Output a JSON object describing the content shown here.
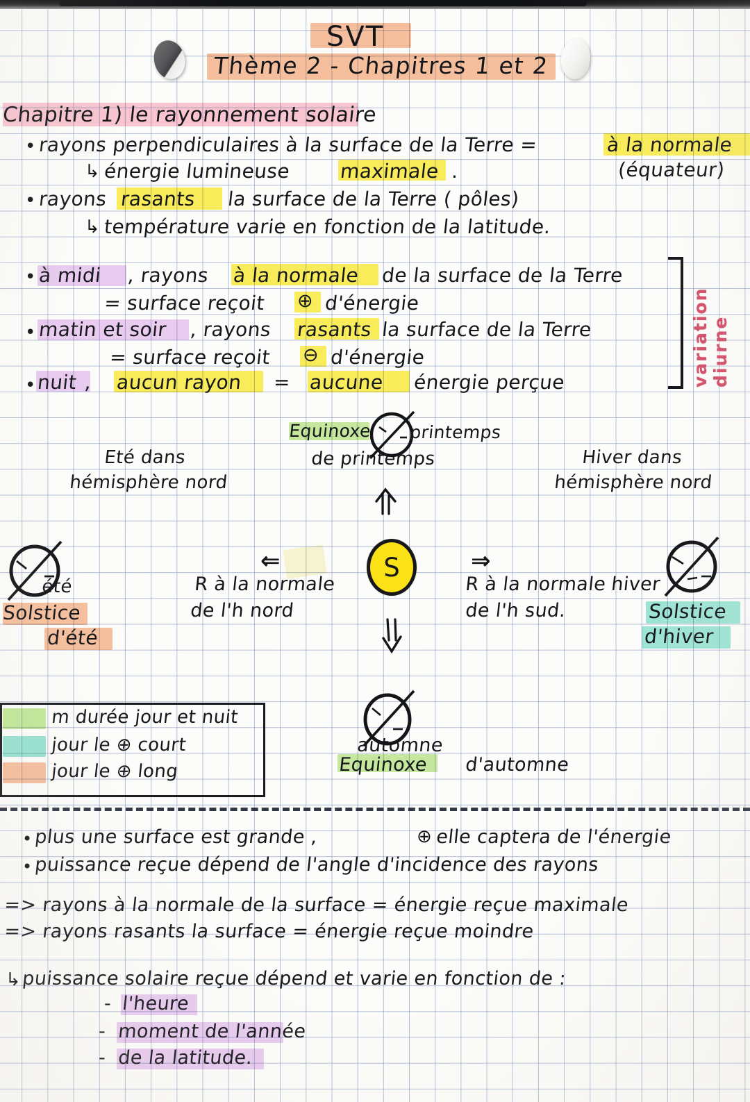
{
  "document": {
    "subject": "SVT",
    "theme": "Thème 2 - Chapitres 1 et 2",
    "chapter_title": "Chapitre 1) le rayonnement solaire"
  },
  "section_rays": {
    "b1": "rayons perpendiculaires à la surface de la Terre =",
    "b1_hl": "à la normale",
    "b1_sub_arrow": "↳",
    "b1_sub": "énergie lumineuse",
    "b1_sub_hl": "maximale",
    "b1_sub_end": ".",
    "b1_note": "(équateur)",
    "b2_pre": "rayons",
    "b2_hl": "rasants",
    "b2_post": "la surface de la Terre ( pôles)",
    "b2_sub_arrow": "↳",
    "b2_sub": "température varie en fonction de la latitude."
  },
  "section_diurnal": {
    "bracket_label": "variation diurne",
    "l1_hl": "à midi",
    "l1_mid": ", rayons",
    "l1_hl2": "à la normale",
    "l1_end": "de la surface de la Terre",
    "l2": "= surface reçoit",
    "l2_sym": "⊕",
    "l2_end": "d'énergie",
    "l3_hl": "matin et soir",
    "l3_mid": ", rayons",
    "l3_hl2": "rasants",
    "l3_end": "la surface de la Terre",
    "l4": "= surface reçoit",
    "l4_sym": "⊖",
    "l4_end": "d'énergie",
    "l5_hl": "nuit",
    "l5_mid": ",",
    "l5_hl2": "aucun rayon",
    "l5_eq": "=",
    "l5_hl3": "aucune",
    "l5_end": "énergie perçue"
  },
  "diagram": {
    "spring_equinox_hl": "Equinoxe",
    "spring_equinox_tail": "printemps",
    "spring_equinox_line2": "de printemps",
    "arrow_up": "⇧",
    "arrow_down": "⇩",
    "left_season_l1": "Eté dans",
    "left_season_l2": "hémisphère nord",
    "right_season_l1": "Hiver dans",
    "right_season_l2": "hémisphère nord",
    "earth_left_label": "été",
    "earth_right_label": "hiver",
    "solstice_summer_l1": "Solstice",
    "solstice_summer_l2": "d'été",
    "solstice_winter_l1": "Solstice",
    "solstice_winter_l2": "d'hiver",
    "arrow_left": "⇐",
    "arrow_right": "⇒",
    "ray_left_l1": "R à la normale",
    "ray_left_l2": "de l'h nord",
    "ray_right_l1": "R à la normale",
    "ray_right_l2": "de l'h sud.",
    "sun_letter": "S",
    "autumn_label": "automne",
    "autumn_equinox_hl": "Equinoxe",
    "autumn_equinox_tail": "d'automne"
  },
  "legend": {
    "items": [
      {
        "color": "#bfe890",
        "text": "m durée jour et nuit"
      },
      {
        "color": "#8fe3d2",
        "text": "jour le ⊕ court"
      },
      {
        "color": "#f8bb96",
        "text": "jour le ⊕ long"
      }
    ]
  },
  "section_power": {
    "b1_a": "plus une surface est grande ,",
    "b1_sym": "⊕",
    "b1_b": "elle captera de l'énergie",
    "b2": "puissance reçue dépend de l'angle d'incidence des rayons",
    "c1": "=> rayons à la normale de la surface = énergie reçue maximale",
    "c2": "=> rayons rasants la surface = énergie reçue moindre",
    "d_arrow": "↳",
    "d_lead": "puissance solaire reçue dépend et varie en fonction de :",
    "d_items": [
      {
        "dash": "-",
        "text": "l'heure"
      },
      {
        "dash": "-",
        "text": "moment de l'année"
      },
      {
        "dash": "-",
        "text": "de la latitude."
      }
    ]
  },
  "colors": {
    "yellow": "#fcee4f",
    "pink": "#fbc2d0",
    "purple": "#e8c6f2",
    "orange": "#f8bb96",
    "green": "#bfe890",
    "teal": "#8fe3d2",
    "red_ink": "#d4506a",
    "ink": "#15161a",
    "sun": "#fbe216"
  }
}
